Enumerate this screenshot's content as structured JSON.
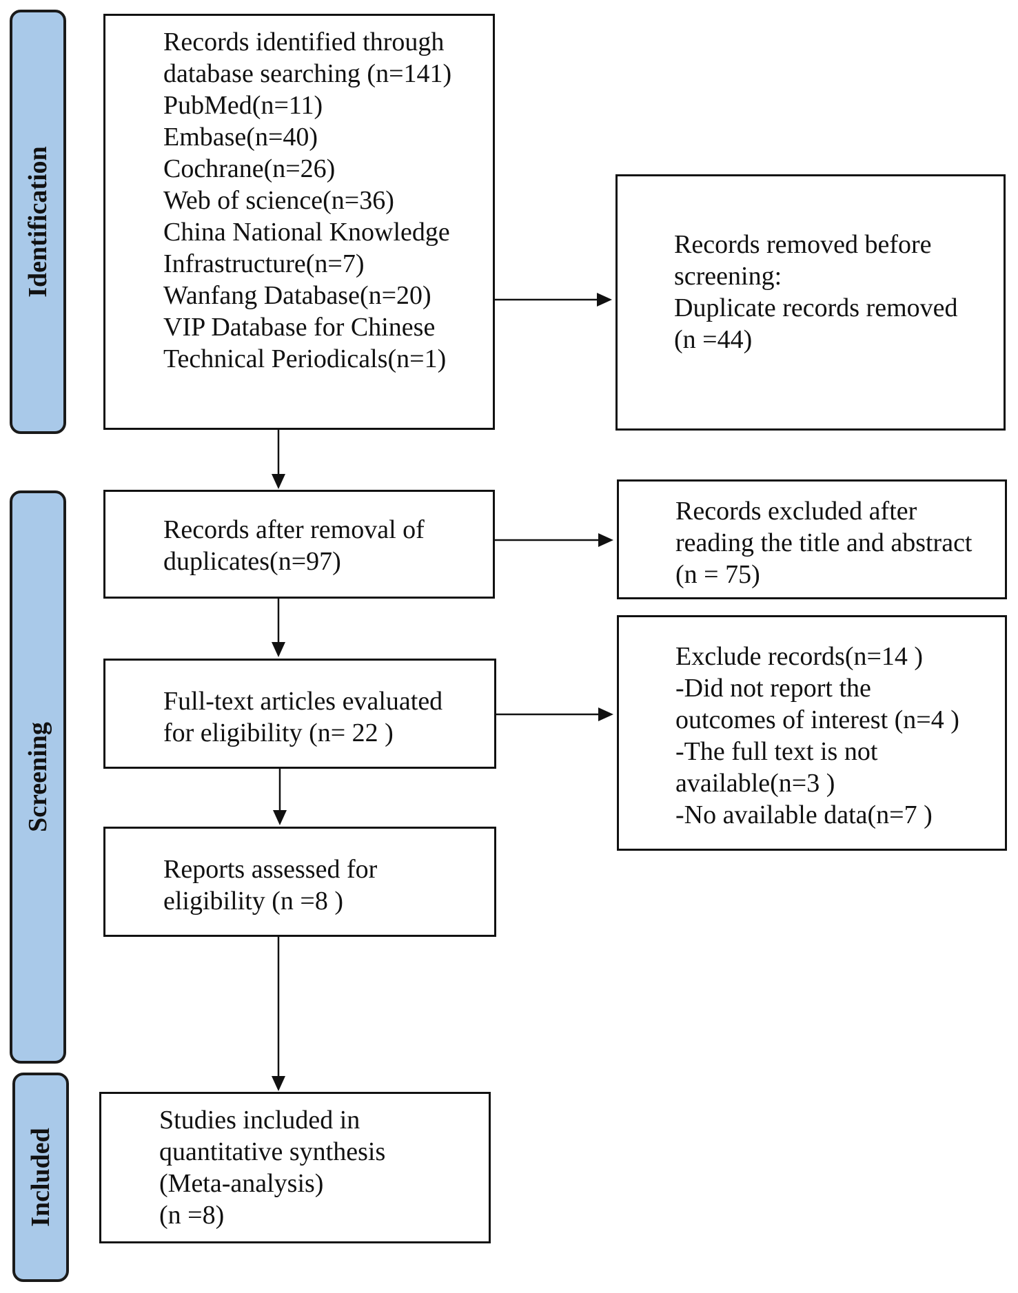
{
  "phases": {
    "identification": "Identification",
    "screening": "Screening",
    "included": "Included"
  },
  "boxes": {
    "identified": [
      "Records identified through",
      "database searching (n=141)",
      "PubMed(n=11)",
      "Embase(n=40)",
      "Cochrane(n=26)",
      "Web of science(n=36)",
      "China National Knowledge",
      "Infrastructure(n=7)",
      "Wanfang Database(n=20)",
      "VIP Database for Chinese",
      "Technical Periodicals(n=1)"
    ],
    "removed_before_screening": [
      "Records removed before",
      "screening:",
      "Duplicate records removed",
      "(n =44)"
    ],
    "after_removal": [
      "Records after removal of",
      "duplicates(n=97)"
    ],
    "excluded_title_abstract": [
      "Records excluded after",
      "reading the title and abstract",
      "(n = 75)"
    ],
    "full_text": [
      "Full-text articles evaluated",
      "for eligibility (n= 22 )"
    ],
    "excluded_full_text": [
      "Exclude records(n=14 )",
      "-Did not report the",
      "outcomes of interest (n=4 )",
      "-The full text is not",
      "available(n=3 )",
      "-No available data(n=7 )"
    ],
    "reports_assessed": [
      "Reports assessed for",
      "eligibility (n =8  )"
    ],
    "included_studies": [
      "Studies included in",
      "quantitative synthesis",
      "(Meta-analysis)",
      "(n =8)"
    ]
  }
}
